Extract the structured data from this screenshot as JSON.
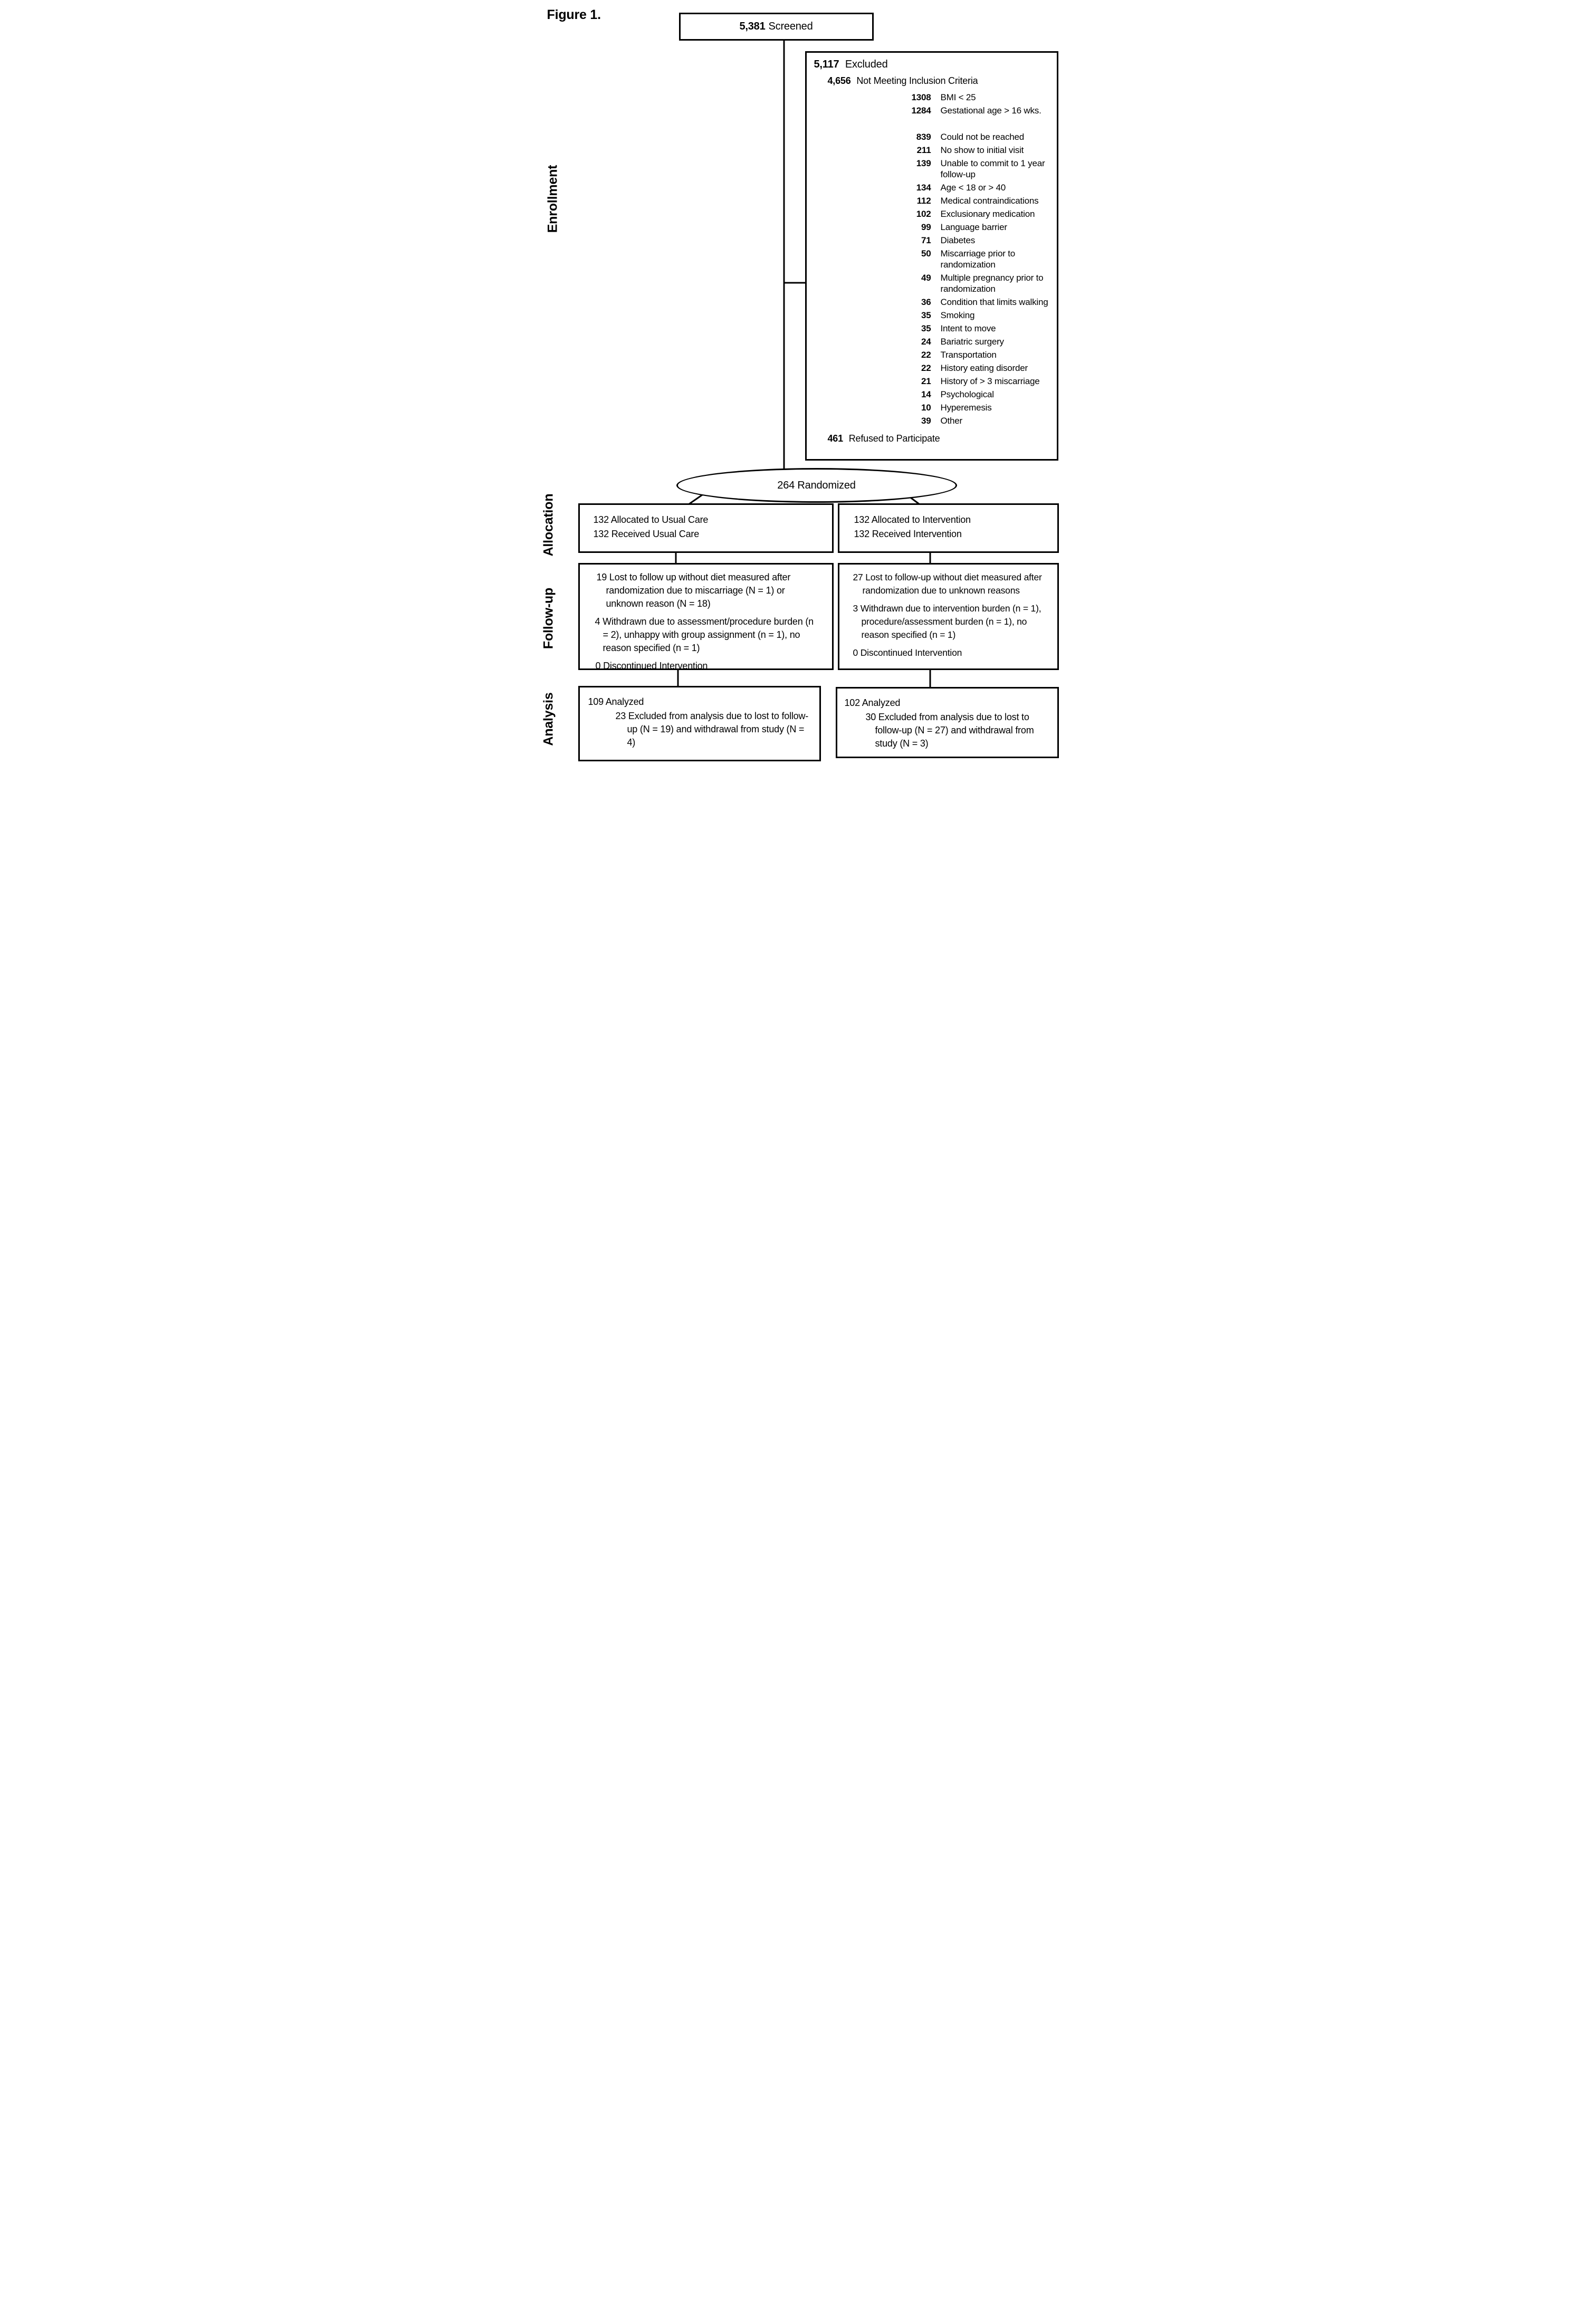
{
  "figure_label": "Figure 1.",
  "stages": {
    "enrollment": "Enrollment",
    "allocation": "Allocation",
    "followup": "Follow-up",
    "analysis": "Analysis"
  },
  "screened": {
    "n": "5,381",
    "label": "Screened"
  },
  "excluded": {
    "header": {
      "n": "5,117",
      "label": "Excluded"
    },
    "subheader": {
      "n": "4,656",
      "label": "Not Meeting Inclusion Criteria"
    },
    "reasons": [
      {
        "n": "1308",
        "label": "BMI < 25"
      },
      {
        "n": "1284",
        "label": "Gestational age > 16 wks."
      },
      {
        "n": "839",
        "label": "Could not be reached"
      },
      {
        "n": "211",
        "label": "No show to initial visit"
      },
      {
        "n": "139",
        "label": "Unable to commit to 1 year follow-up"
      },
      {
        "n": "134",
        "label": "Age < 18 or > 40"
      },
      {
        "n": "112",
        "label": "Medical contraindications"
      },
      {
        "n": "102",
        "label": "Exclusionary medication"
      },
      {
        "n": "99",
        "label": "Language barrier"
      },
      {
        "n": "71",
        "label": "Diabetes"
      },
      {
        "n": "50",
        "label": "Miscarriage prior to randomization"
      },
      {
        "n": "49",
        "label": "Multiple pregnancy prior to randomization"
      },
      {
        "n": "36",
        "label": "Condition that limits walking"
      },
      {
        "n": "35",
        "label": "Smoking"
      },
      {
        "n": "35",
        "label": "Intent to move"
      },
      {
        "n": "24",
        "label": "Bariatric surgery"
      },
      {
        "n": "22",
        "label": "Transportation"
      },
      {
        "n": "22",
        "label": "History eating disorder"
      },
      {
        "n": "21",
        "label": "History of > 3 miscarriage"
      },
      {
        "n": "14",
        "label": "Psychological"
      },
      {
        "n": "10",
        "label": "Hyperemesis"
      },
      {
        "n": "39",
        "label": "Other"
      }
    ],
    "refused": {
      "n": "461",
      "label": "Refused to Participate"
    }
  },
  "randomized": {
    "n": "264",
    "label": "Randomized"
  },
  "allocation": {
    "usual_care": {
      "line1": "132 Allocated to Usual Care",
      "line2": "132 Received Usual Care"
    },
    "intervention": {
      "line1": "132 Allocated to Intervention",
      "line2": "132 Received Intervention"
    }
  },
  "followup": {
    "usual_care": {
      "p1": "19  Lost to follow up without diet measured after randomization due to miscarriage (N = 1) or unknown reason (N = 18)",
      "p2": "4 Withdrawn due to assessment/procedure burden (n = 2), unhappy with group assignment (n = 1), no reason specified (n = 1)",
      "p3": "0 Discontinued Intervention"
    },
    "intervention": {
      "p1": "27 Lost to follow-up without diet measured after randomization due to unknown reasons",
      "p2": "3 Withdrawn due to intervention burden (n = 1), procedure/assessment burden (n = 1), no reason specified (n = 1)",
      "p3": "0 Discontinued Intervention"
    }
  },
  "analysis": {
    "usual_care": {
      "line1": "109 Analyzed",
      "p": "23  Excluded from analysis due to lost to follow-up (N = 19) and withdrawal from study (N = 4)"
    },
    "intervention": {
      "line1": "102 Analyzed",
      "p": "30 Excluded from analysis due to lost to follow-up (N = 27) and withdrawal from study (N = 3)"
    }
  }
}
